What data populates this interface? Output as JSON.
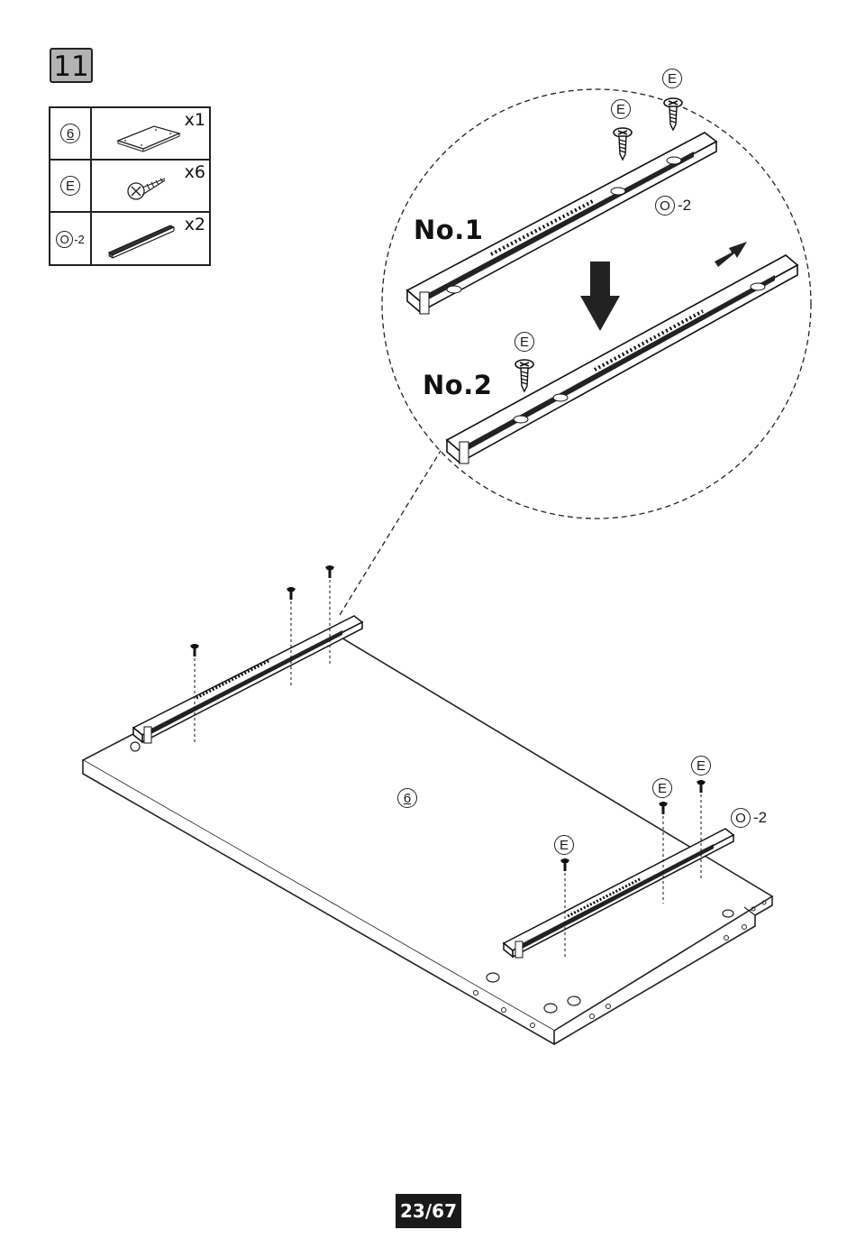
{
  "step": {
    "number": "11"
  },
  "parts_list": [
    {
      "code": "6",
      "suffix": "",
      "quantity": "x1",
      "icon": "panel-icon"
    },
    {
      "code": "E",
      "suffix": "",
      "quantity": "x6",
      "icon": "screw-icon"
    },
    {
      "code": "O",
      "suffix": "-2",
      "quantity": "x2",
      "icon": "drawer-slide-icon"
    }
  ],
  "detail": {
    "rail_1_label": "No.1",
    "rail_2_label": "No.2",
    "screw_label": "E",
    "slide_label": {
      "code": "O",
      "suffix": "-2"
    }
  },
  "main_view": {
    "panel_label": "6",
    "screw_label": "E",
    "slide_label": {
      "code": "O",
      "suffix": "-2"
    }
  },
  "page_number": "23/67"
}
